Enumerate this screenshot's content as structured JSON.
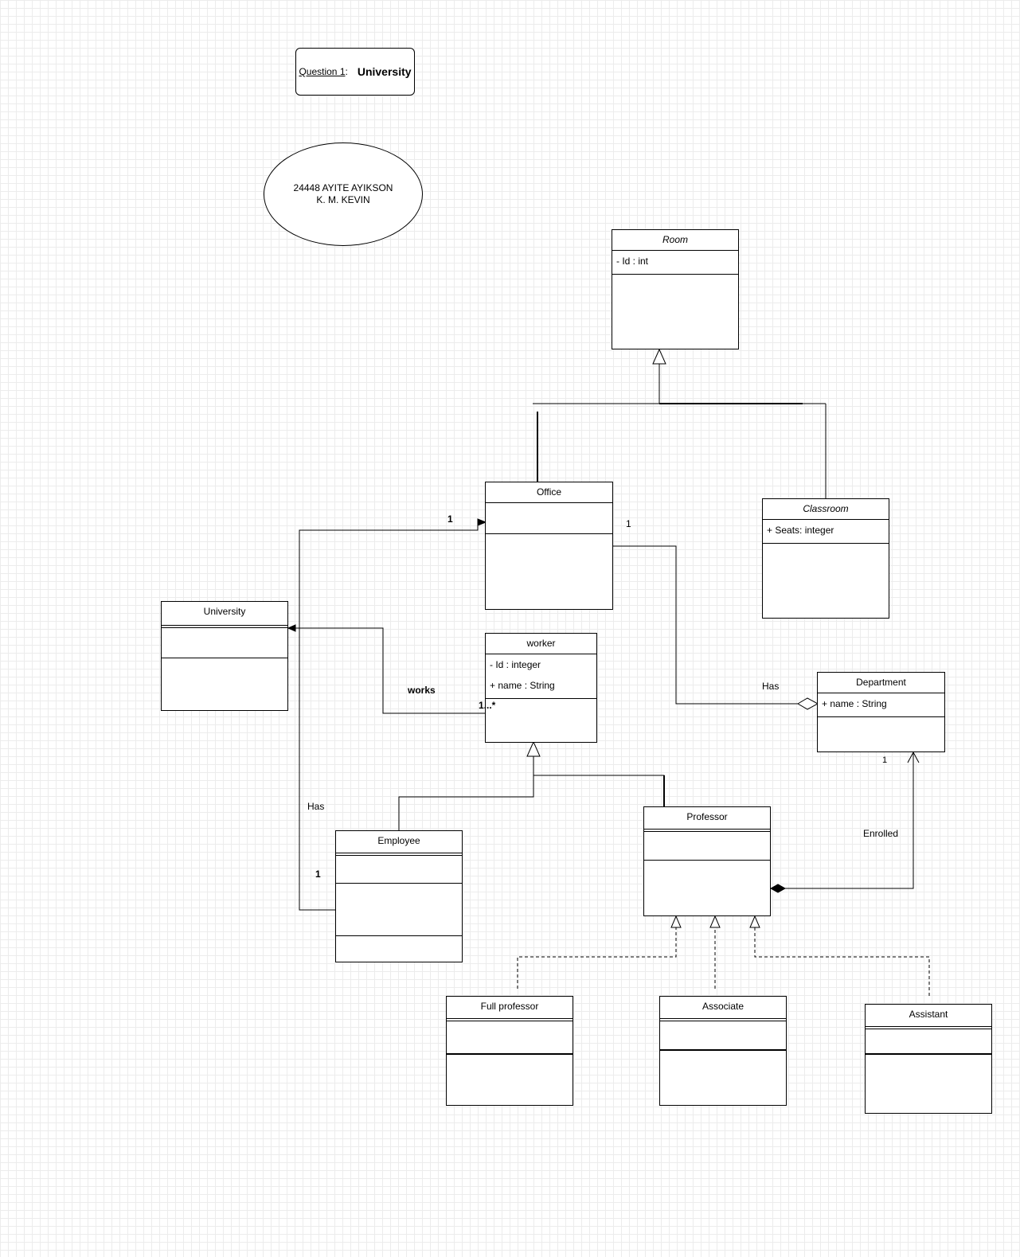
{
  "header": {
    "question_label": "Question 1",
    "question_colon": ":",
    "diagram_title": "University"
  },
  "authors": {
    "line1": "24448 AYITE AYIKSON",
    "line2": "K. M.  KEVIN"
  },
  "classes": {
    "room": {
      "name": "Room",
      "attrs": [
        "- Id : int"
      ]
    },
    "office": {
      "name": "Office"
    },
    "classroom": {
      "name": "Classroom",
      "attrs": [
        "+ Seats: integer"
      ]
    },
    "university": {
      "name": "University"
    },
    "worker": {
      "name": "worker",
      "attrs": [
        "- Id : integer",
        "+ name : String"
      ]
    },
    "department": {
      "name": "Department",
      "attrs": [
        "+ name : String"
      ]
    },
    "employee": {
      "name": "Employee"
    },
    "professor": {
      "name": "Professor"
    },
    "full_professor": {
      "name": "Full professor"
    },
    "associate": {
      "name": "Associate"
    },
    "assistant": {
      "name": "Assistant"
    }
  },
  "labels": {
    "office_univ_mult": "1",
    "office_dept_mult": "1",
    "works": "works",
    "works_mult": "1...*",
    "has_dept": "Has",
    "has_univ": "Has",
    "employee_mult": "1",
    "dept_mult": "1",
    "enrolled": "Enrolled"
  }
}
